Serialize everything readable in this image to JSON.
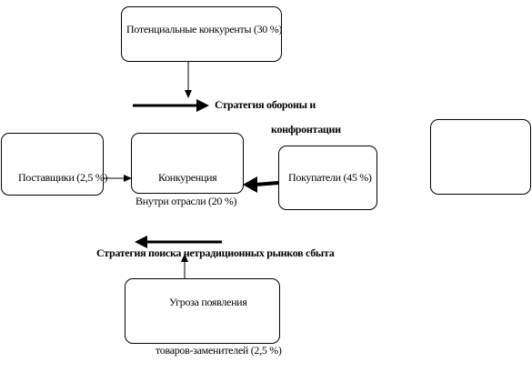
{
  "diagram": {
    "nodes": {
      "potential_competitors": "Потенциальные конкуренты (30 %)",
      "competition": "Конкуренция",
      "within_industry": "Внутри отрасли (20 %)",
      "suppliers": "Поставщики (2,5 %)",
      "buyers": "Покупатели (45 %)",
      "substitutes_line1": "Угроза появления",
      "substitutes_line2": "товаров-заменителей (2,5 %)"
    },
    "strategies": {
      "defense_line1": "Стратегия обороны и",
      "defense_line2": "конфронтации",
      "non_traditional": "Стратегия поиска нетрадиционных рынков сбыта"
    }
  }
}
